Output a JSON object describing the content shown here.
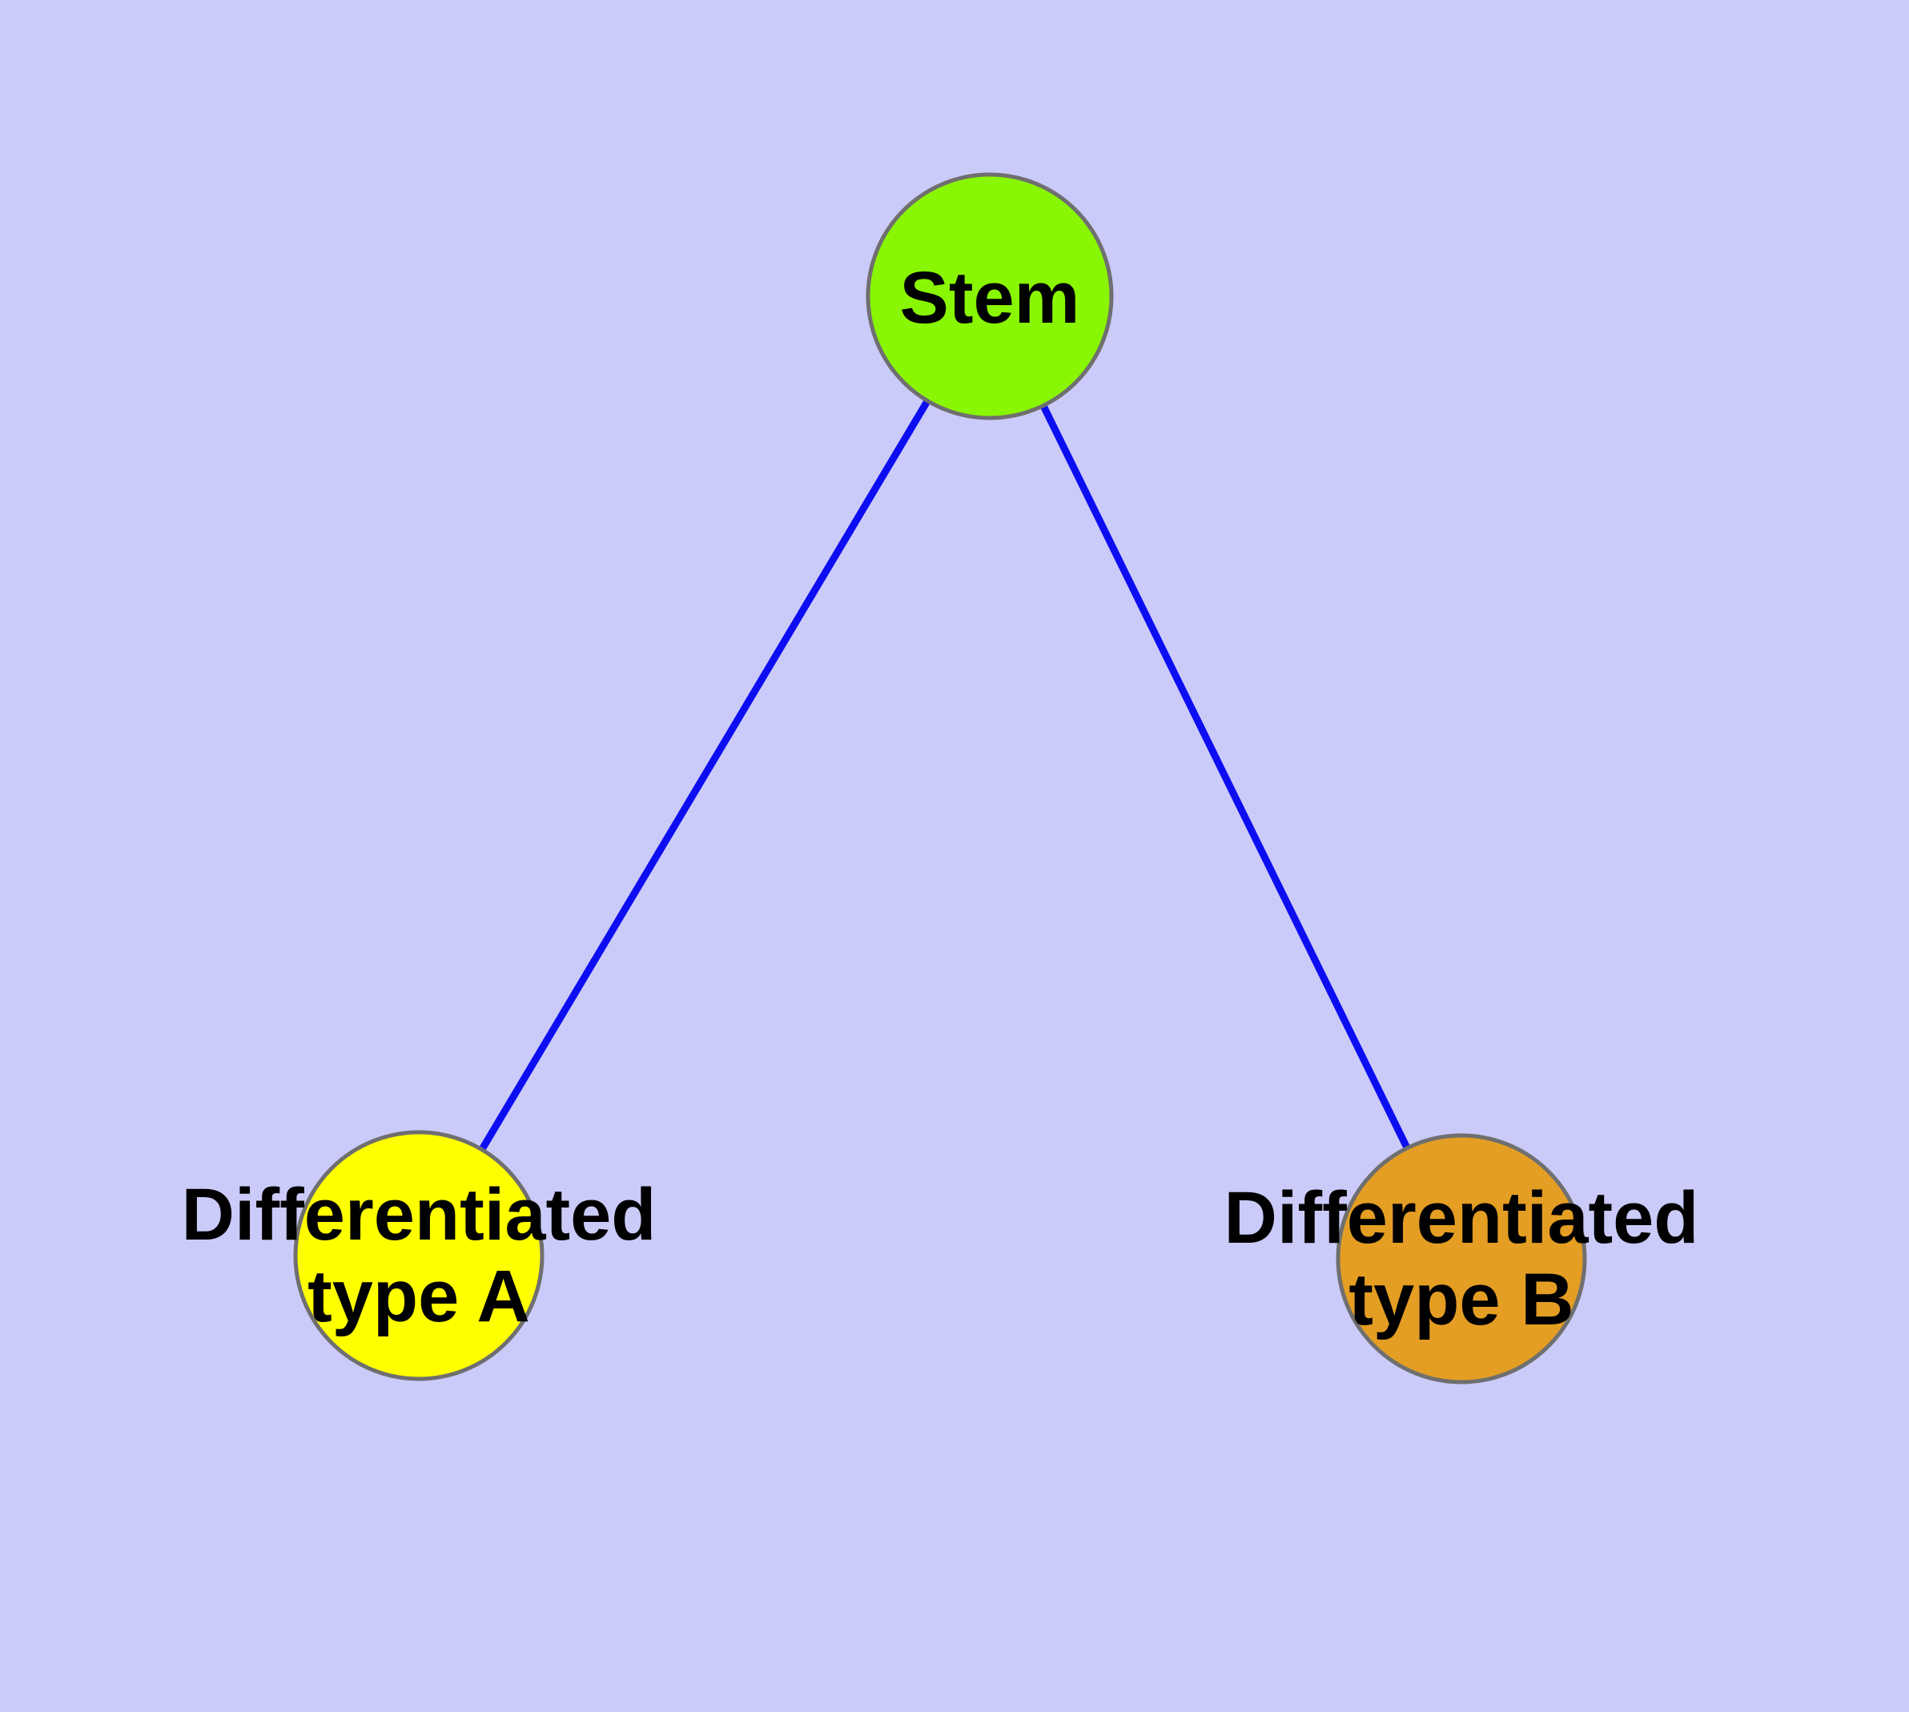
{
  "diagram": {
    "description": "Stem cell differentiation graph",
    "background_color": "#CBCBFA",
    "edge_color": "#0D0DF2",
    "border_color": "#6F6F6F",
    "text_color": "#000000",
    "nodes": [
      {
        "id": "stem",
        "label": "Stem",
        "label_lines": [
          "Stem"
        ],
        "fill": "#89F603"
      },
      {
        "id": "differentiated-type-a",
        "label": "Differentiated type A",
        "label_lines": [
          "Differentiated",
          "type A"
        ],
        "fill": "#FFFF00"
      },
      {
        "id": "differentiated-type-b",
        "label": "Differentiated type B",
        "label_lines": [
          "Differentiated",
          "type B"
        ],
        "fill": "#E49E23"
      }
    ],
    "edges": [
      {
        "from": "stem",
        "to": "differentiated-type-a"
      },
      {
        "from": "stem",
        "to": "differentiated-type-b"
      }
    ]
  }
}
